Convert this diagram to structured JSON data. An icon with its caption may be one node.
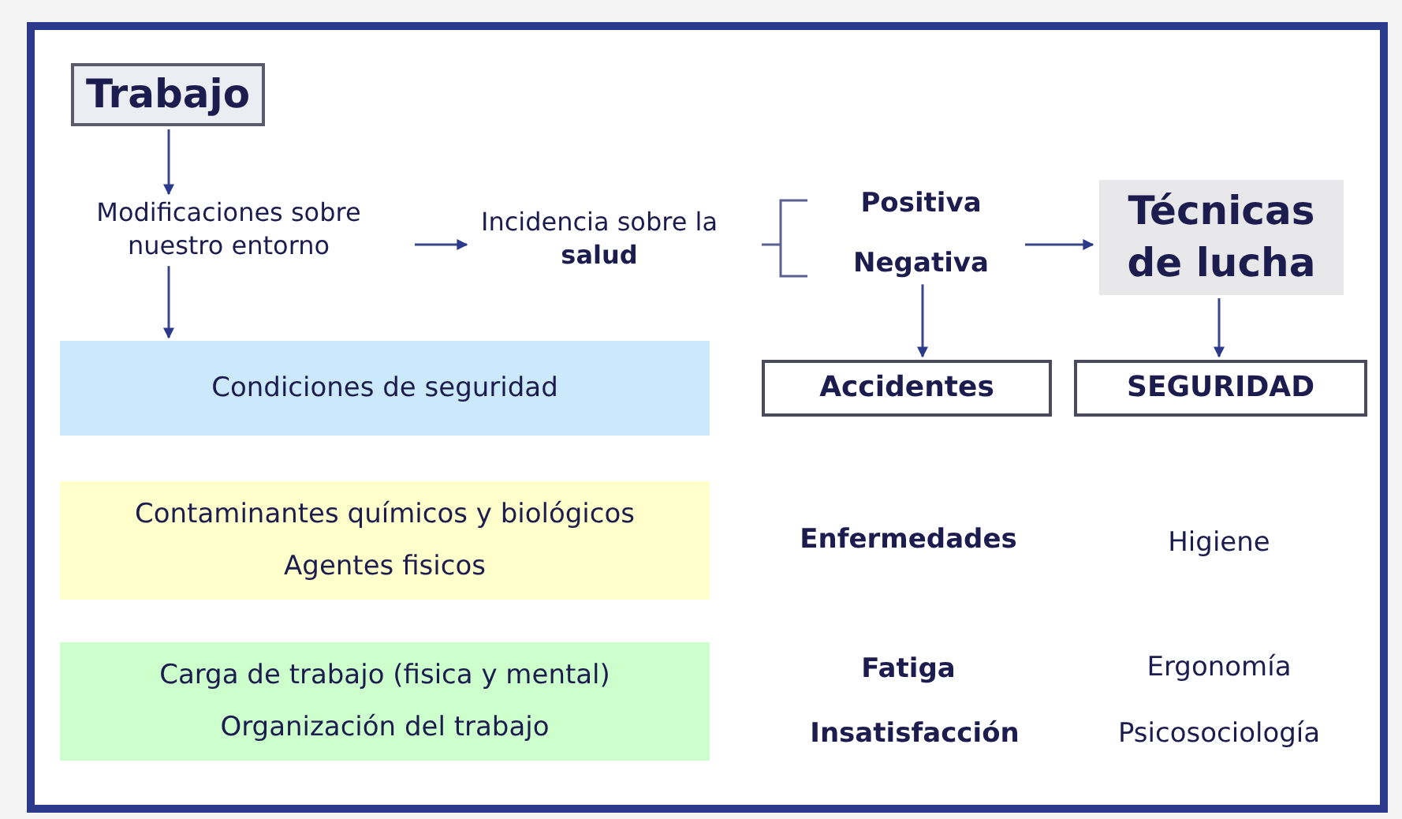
{
  "diagram": {
    "nodes": [
      {
        "text": [
          "Trabajo"
        ]
      },
      {
        "text": [
          "Modificaciones sobre nuestro entorno"
        ]
      },
      {
        "text": [
          "Incidencia sobre la **salud**"
        ]
      },
      {
        "text": [
          "Positiva",
          "Negativa"
        ]
      },
      {
        "text": [
          "Técnicas de lucha"
        ]
      },
      {
        "text": [
          "Condiciones de seguridad"
        ]
      },
      {
        "text": [
          "Accidentes"
        ]
      },
      {
        "text": [
          "SEGURIDAD"
        ]
      },
      {
        "text": [
          "Contaminantes químicos y biológicos",
          "Agentes fisicos"
        ]
      },
      {
        "text": [
          "Carga de trabajo (fisica y mental)",
          "Organización del trabajo"
        ]
      }
    ],
    "edges": [
      {
        "from": 0,
        "to": 1,
        "arrow": "to"
      },
      {
        "from": 1,
        "to": 5,
        "arrow": "to"
      },
      {
        "from": 1,
        "to": 2,
        "arrow": "to"
      },
      {
        "from": 3,
        "to": 4,
        "arrow": "to"
      },
      {
        "from": 3,
        "to": 6,
        "arrow": "to"
      },
      {
        "from": 4,
        "to": 7,
        "arrow": "to"
      }
    ],
    "labels": [
      "Enfermedades",
      "Higiene",
      "Fatiga",
      "Ergonomía",
      "Insatisfacción",
      "Psicosociología"
    ]
  }
}
